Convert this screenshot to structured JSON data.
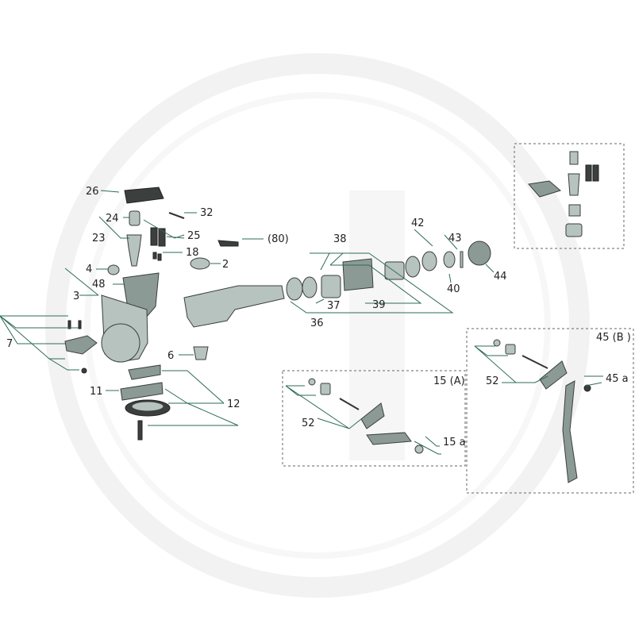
{
  "colors": {
    "leader": "#2e6b5a",
    "part_fill": "#8c9a95",
    "part_light": "#b7c3bf",
    "part_dark": "#3b3f3e",
    "watermark": "#f2f2f2"
  },
  "labels": {
    "l26": "26",
    "l32": "32",
    "l24": "24",
    "l25": "25",
    "l23": "23",
    "l80": "(80)",
    "l18": "18",
    "l2": "2",
    "l4": "4",
    "l48": "48",
    "l3": "3",
    "l7": "7",
    "l6": "6",
    "l11": "11",
    "l12": "12",
    "l42": "42",
    "l43": "43",
    "l38": "38",
    "l44": "44",
    "l40": "40",
    "l37": "37",
    "l39": "39",
    "l36": "36",
    "l15A": "15 (A)",
    "l52a": "52",
    "l15a": "15 a",
    "l45B": "45 (B )",
    "l52b": "52",
    "l45a": "45  a"
  }
}
